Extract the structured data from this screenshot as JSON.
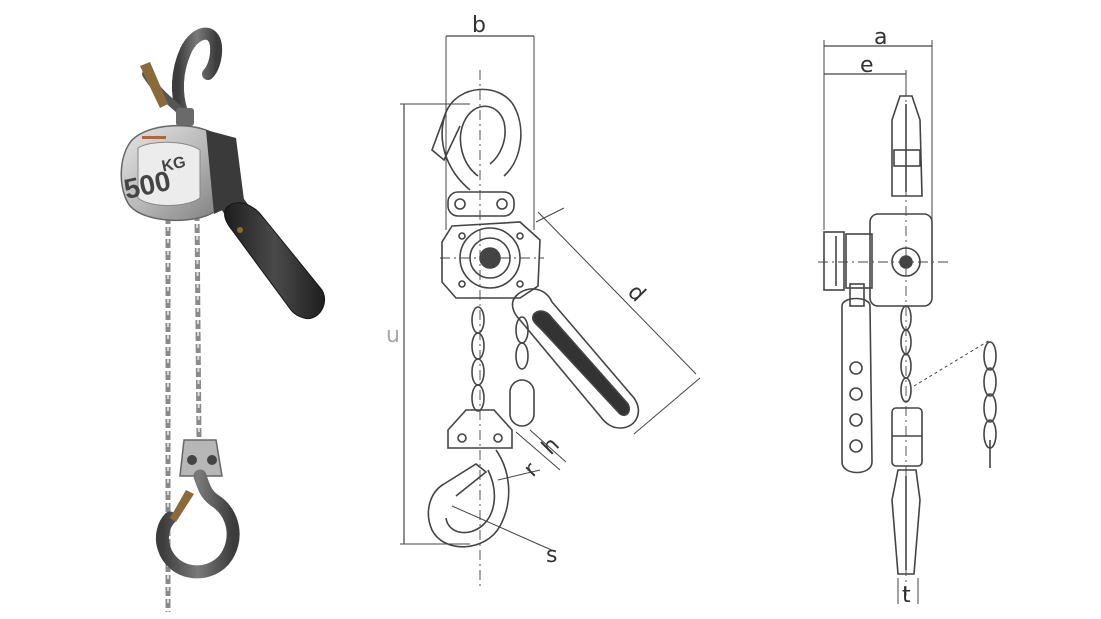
{
  "product": {
    "capacity_number": "500",
    "capacity_unit": "KG"
  },
  "dimensions": {
    "a": "a",
    "b": "b",
    "d": "d",
    "e": "e",
    "h": "h",
    "r": "r",
    "s": "s",
    "t": "t",
    "u": "u"
  },
  "colors": {
    "metal_dark": "#4a4a4a",
    "metal_mid": "#8d8d8d",
    "metal_light": "#cfcfcf",
    "handle_grip": "#2d2d2d",
    "latch_brass": "#8a6a3a",
    "drawing_line": "#444444"
  }
}
